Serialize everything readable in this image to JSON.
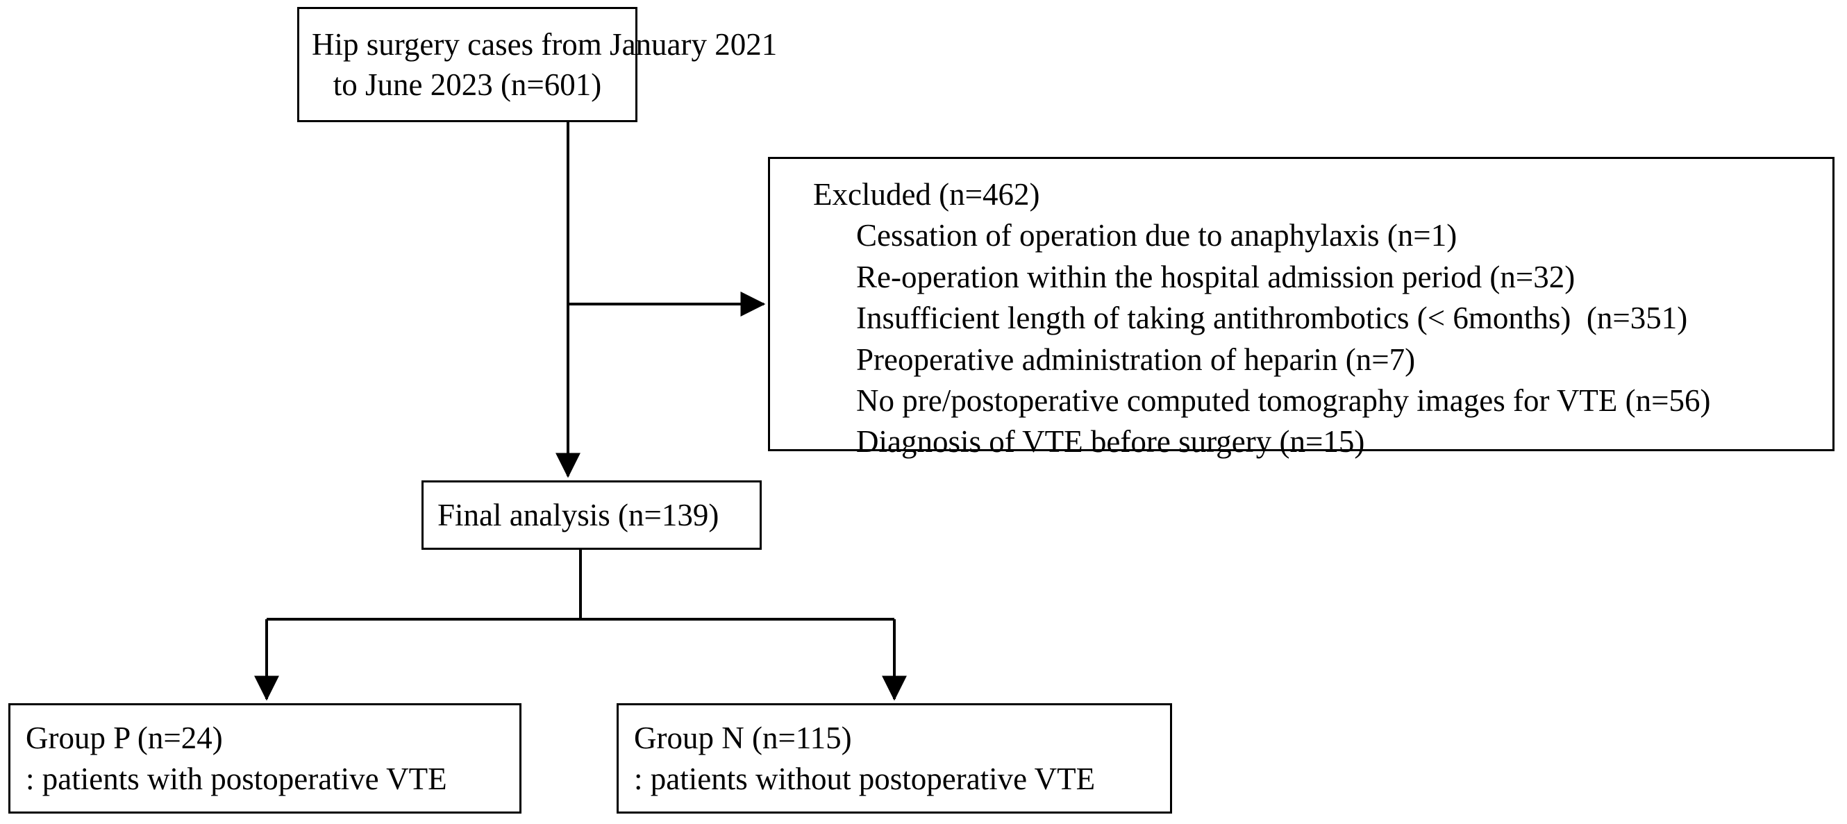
{
  "diagram": {
    "type": "flowchart",
    "title": "Patient selection flow diagram",
    "line_color": "#000000",
    "background": "#ffffff",
    "nodes": {
      "source": {
        "lines": [
          "Hip surgery cases from January 2021",
          "to June 2023 (n=601)"
        ],
        "n": 601
      },
      "excluded": {
        "heading": "Excluded (n=462)",
        "n": 462,
        "items": [
          "Cessation of operation due to anaphylaxis (n=1)",
          "Re-operation within the hospital admission period (n=32)",
          "Insufficient length of taking antithrombotics (< 6months)  (n=351)",
          "Preoperative administration of heparin (n=7)",
          "No pre/postoperative computed tomography images for VTE (n=56)",
          "Diagnosis of VTE before surgery (n=15)"
        ]
      },
      "final": {
        "lines": [
          "Final analysis (n=139)"
        ],
        "n": 139
      },
      "group_p": {
        "lines": [
          "Group P (n=24)",
          ": patients with postoperative VTE"
        ],
        "n": 24
      },
      "group_n": {
        "lines": [
          "Group N (n=115)",
          ": patients without postoperative VTE"
        ],
        "n": 115
      }
    },
    "edges": [
      {
        "name": "source-to-excluded",
        "from": "source",
        "to": "excluded",
        "arrow": "right"
      },
      {
        "name": "source-to-final",
        "from": "source",
        "to": "final",
        "arrow": "down"
      },
      {
        "name": "final-to-group-p",
        "from": "final",
        "to": "group_p",
        "arrow": "down"
      },
      {
        "name": "final-to-group-n",
        "from": "final",
        "to": "group_n",
        "arrow": "down"
      }
    ]
  }
}
